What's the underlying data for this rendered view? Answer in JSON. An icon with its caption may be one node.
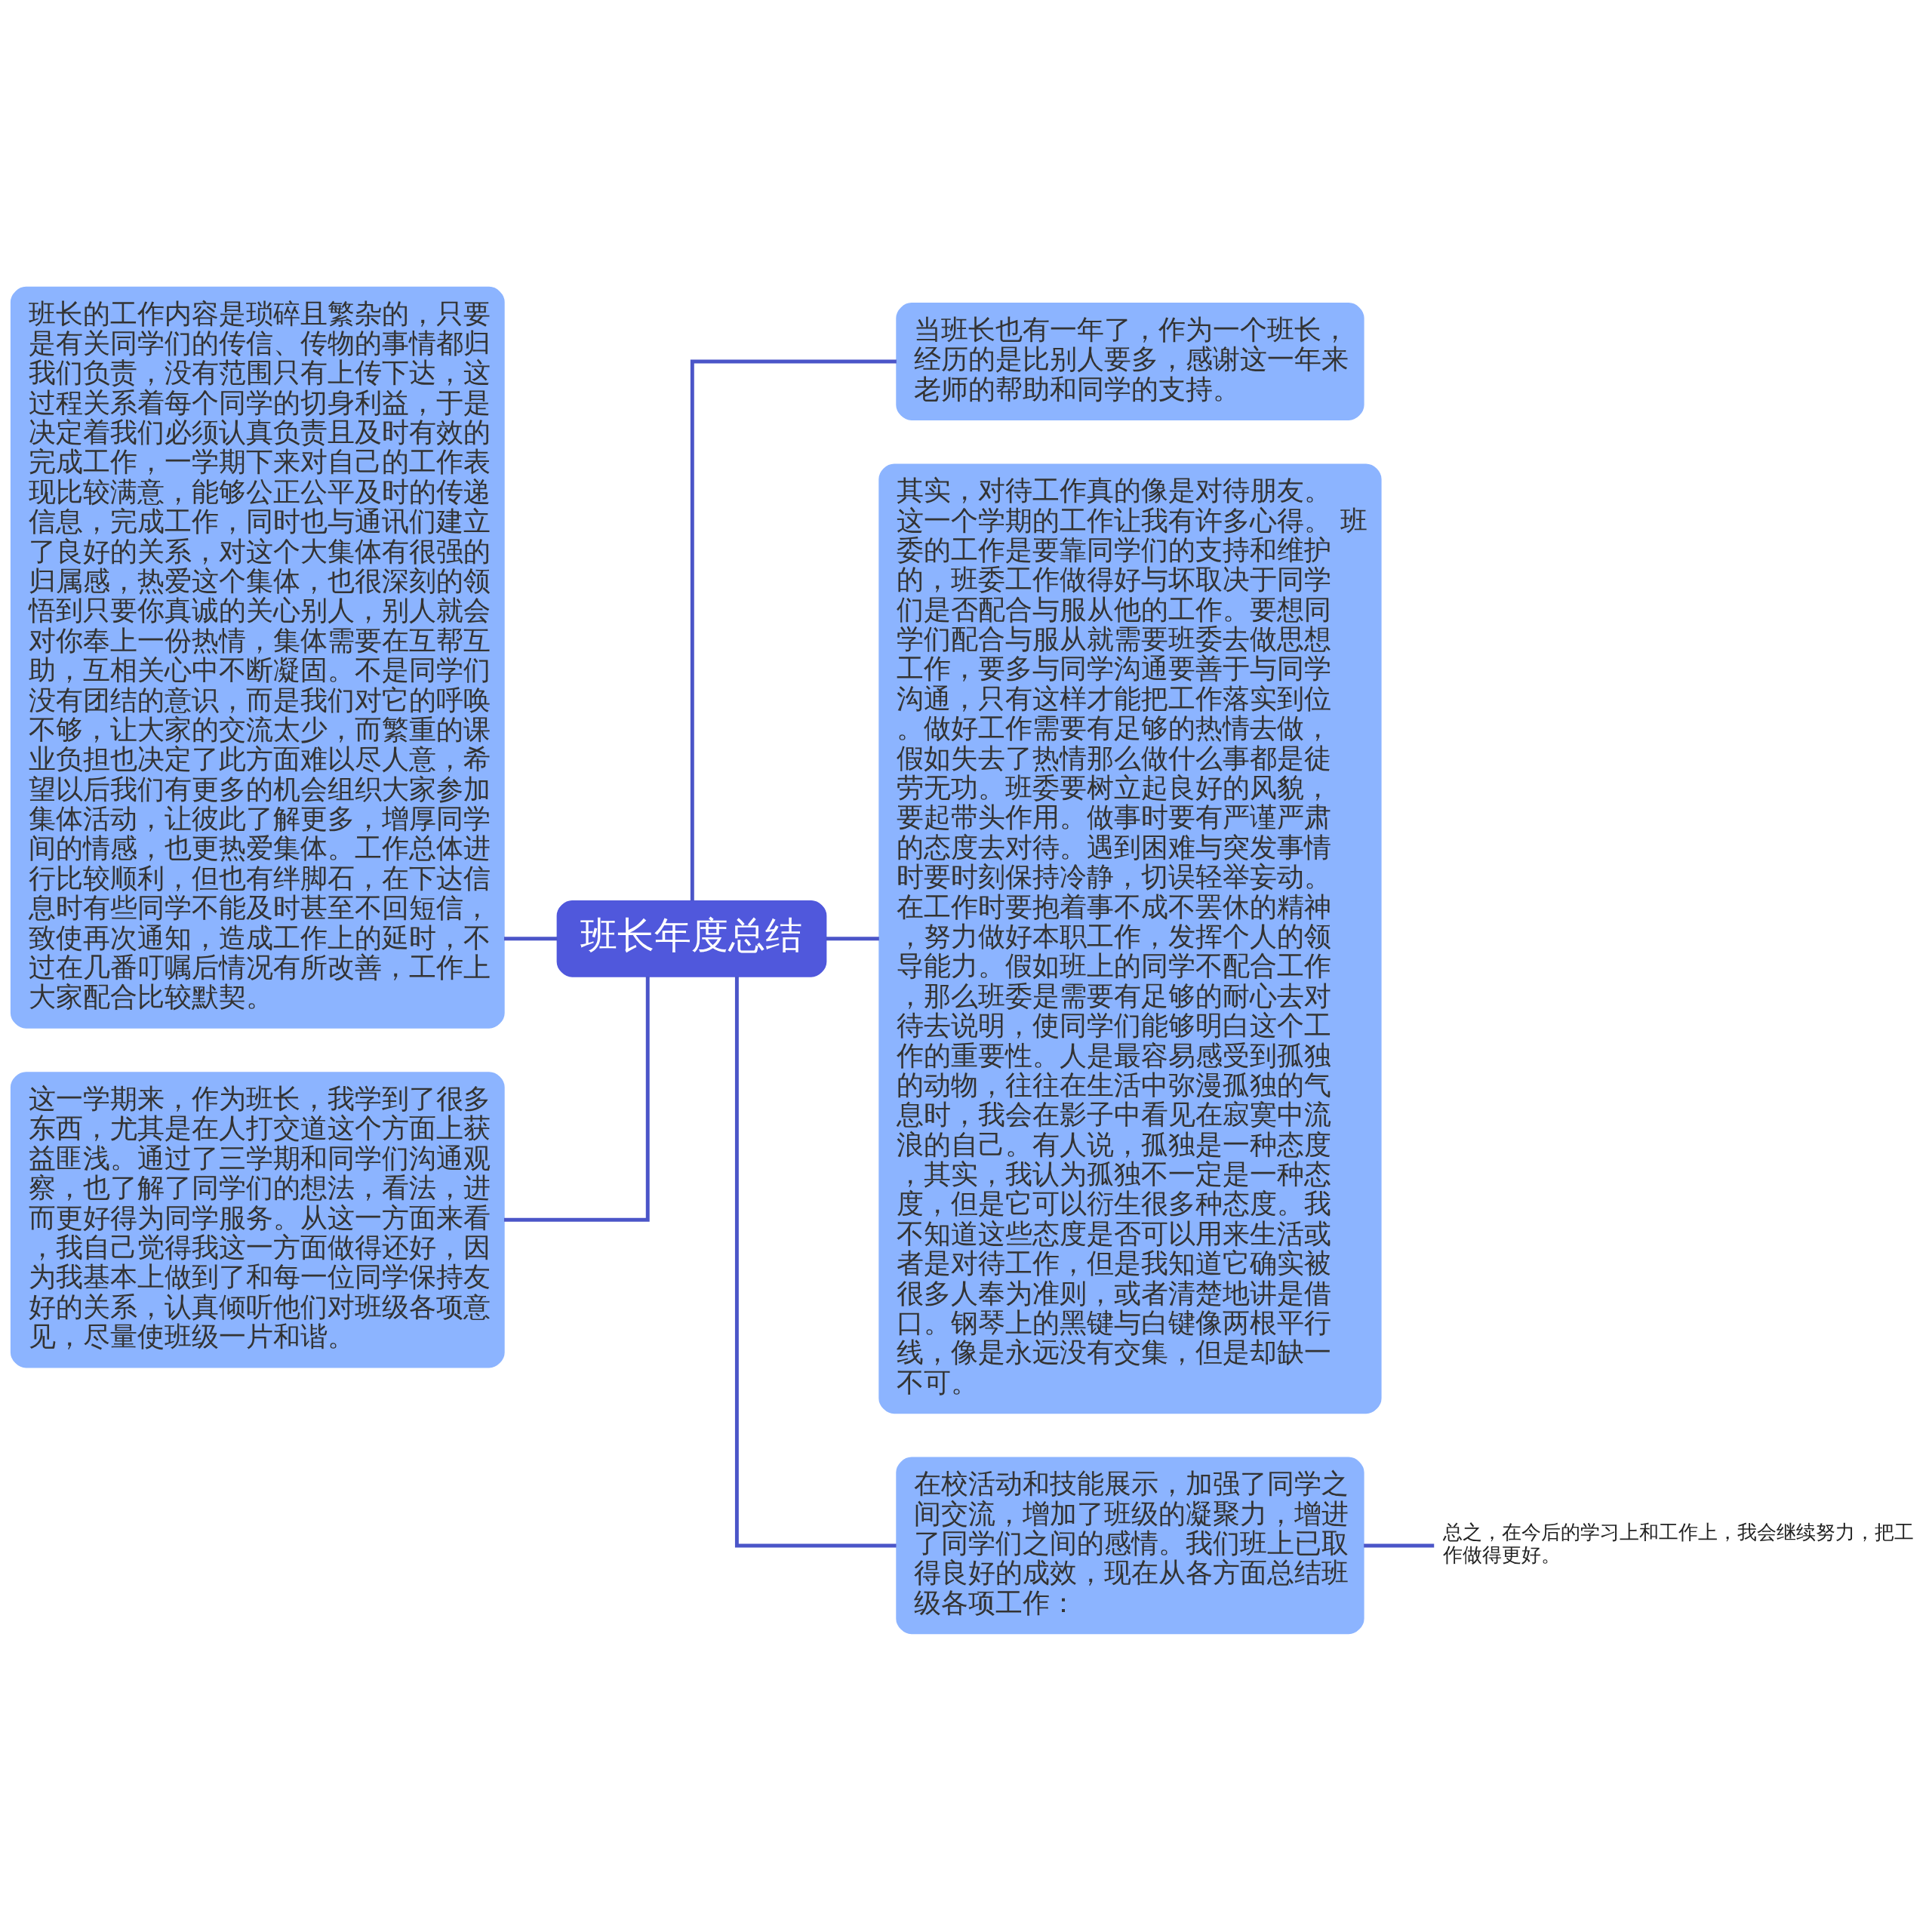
{
  "diagram": {
    "nodes": [
      {
        "text": [
          "班长年度总结"
        ]
      },
      {
        "text": [
          "班长的工作内容是琐碎且繁杂的，只要是有关同学们的传信、传物的事情都归我们负责，没有范围只有上传下达，这过程关系着每个同学的切身利益，于是决定着我们必须认真负责且及时有效的完成工作，一学期下来对自己的工作表现比较满意，能够公正公平及时的传递信息，完成工作，同时也与通讯们建立了良好的关系，对这个大集体有很强的归属感，热爱这个集体，也很深刻的领悟到只要你真诚的关心别人，别人就会对你奉上一份热情，集体需要在互帮互助，互相关心中不断凝固。不是同学们没有团结的意识，而是我们对它的呼唤不够，让大家的交流太少，而繁重的课业负担也决定了此方面难以尽人意，希望以后我们有更多的机会组织大家参加集体活动，让彼此了解更多，增厚同学间的情感，也更热爱集体。工作总体进行比较顺利，但也有绊脚石，在下达信息时有些同学不能及时甚至不回短信，致使再次通知，造成工作上的延时，不过在几番叮嘱后情况有所改善，工作上大家配合比较默契。"
        ]
      },
      {
        "text": [
          "这一学期来，作为班长，我学到了很多东西，尤其是在人打交道这个方面上获益匪浅。通过了三学期和同学们沟通观察，也了解了同学们的想法，看法，进而更好得为同学服务。从这一方面来看，我自己觉得我这一方面做得还好，因为我基本上做到了和每一位同学保持友好的关系，认真倾听他们对班级各项意见，尽量使班级一片和谐。"
        ]
      },
      {
        "text": [
          "当班长也有一年了，作为一个班长，经历的是比别人要多，感谢这一年来老师的帮助和同学的支持。"
        ]
      },
      {
        "text": [
          "其实，对待工作真的像是对待朋友。这一个学期的工作让我有许多心得。 班委的工作是要靠同学们的支持和维护的，班委工作做得好与坏取决于同学们是否配合与服从他的工作。要想同学们配合与服从就需要班委去做思想工作，要多与同学沟通要善于与同学沟通，只有这样才能把工作落实到位。做好工作需要有足够的热情去做，假如失去了热情那么做什么事都是徒劳无功。班委要树立起良好的风貌，要起带头作用。做事时要有严谨严肃的态度去对待。遇到困难与突发事情时要时刻保持冷静，切误轻举妄动。在工作时要抱着事不成不罢休的精神，努力做好本职工作，发挥个人的领导能力。假如班上的同学不配合工作，那么班委是需要有足够的耐心去对待去说明，使同学们能够明白这个工作的重要性。人是最容易感受到孤独的动物，往往在生活中弥漫孤独的气息时，我会在影子中看见在寂寞中流浪的自己。有人说，孤独是一种态度，其实，我认为孤独不一定是一种态度，但是它可以衍生很多种态度。我不知道这些态度是否可以用来生活或者是对待工作，但是我知道它确实被很多人奉为准则，或者清楚地讲是借口。钢琴上的黑键与白键像两根平行线，像是永远没有交集，但是却缺一不可。"
        ]
      },
      {
        "text": [
          "在校活动和技能展示，加强了同学之间交流，增加了班级的凝聚力，增进了同学们之间的感情。我们班上已取得良好的成效，现在从各方面总结班级各项工作："
        ]
      },
      {
        "text": [
          "总之，在今后的学习上和工作上，我会继续努力，把工作做得更好。"
        ]
      }
    ],
    "edges": [
      {
        "from": 1,
        "to": 0,
        "arrow": "none"
      },
      {
        "from": 2,
        "to": 0,
        "arrow": "none"
      },
      {
        "from": 0,
        "to": 3,
        "arrow": "none"
      },
      {
        "from": 0,
        "to": 4,
        "arrow": "none"
      },
      {
        "from": 0,
        "to": 5,
        "arrow": "none"
      },
      {
        "from": 5,
        "to": 6,
        "arrow": "none"
      }
    ]
  }
}
